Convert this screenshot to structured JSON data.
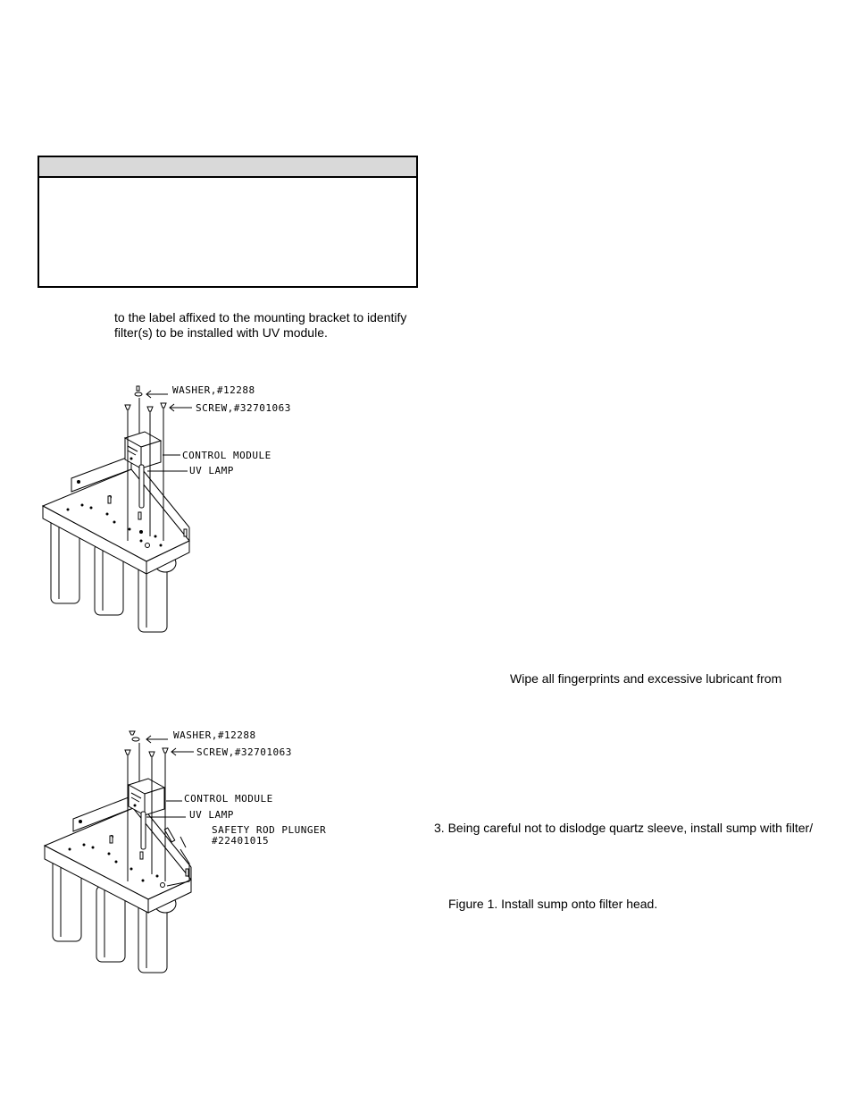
{
  "notice": {
    "header": "",
    "body": ""
  },
  "intro": {
    "line1": "to the label affixed to the mounting bracket to identify",
    "line2": "filter(s) to be installed with UV module."
  },
  "diagram1": {
    "labels": {
      "washer": "WASHER,#12288",
      "screw": "SCREW,#32701063",
      "control_module": "CONTROL MODULE",
      "uv_lamp": "UV LAMP"
    }
  },
  "diagram2": {
    "labels": {
      "washer": "WASHER,#12288",
      "screw": "SCREW,#32701063",
      "control_module": "CONTROL MODULE",
      "uv_lamp": "UV LAMP",
      "safety_rod": "SAFETY ROD PLUNGER",
      "safety_rod_part": "#22401015"
    }
  },
  "right": {
    "wipe": "Wipe all fingerprints and excessive lubricant from",
    "step3": "3. Being careful not to dislodge quartz sleeve, install sump with filter/",
    "figure1": "Figure 1. Install sump onto filter head."
  }
}
